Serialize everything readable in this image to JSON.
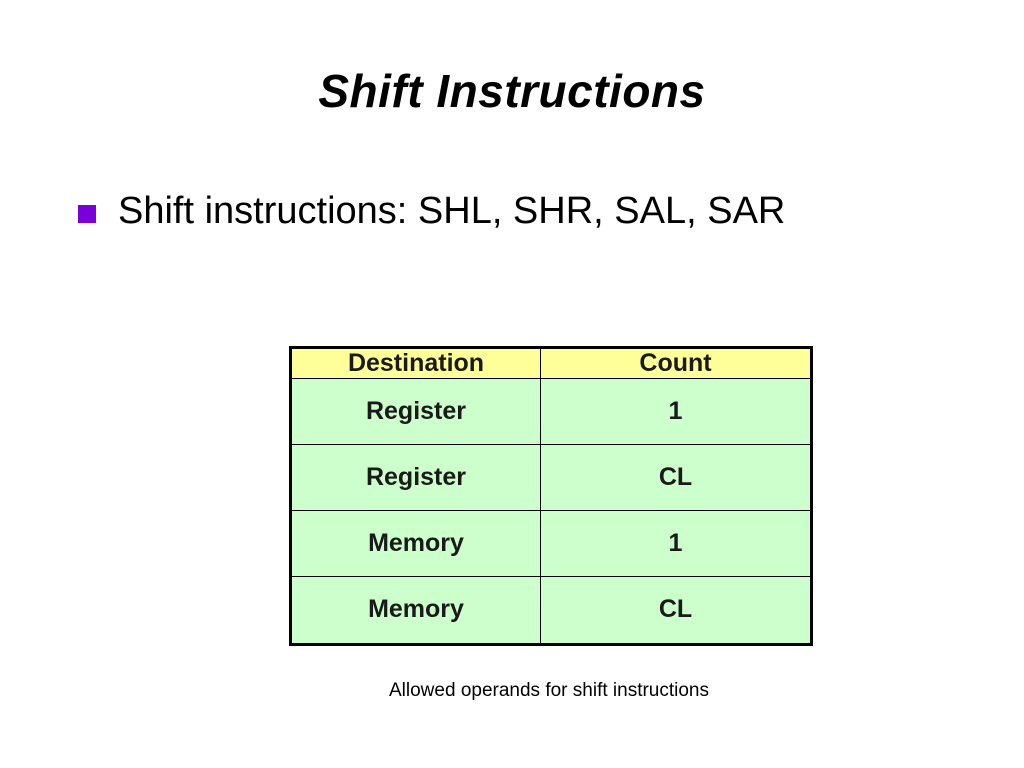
{
  "slide": {
    "title": "Shift Instructions",
    "bullet": "Shift instructions: SHL, SHR, SAL, SAR",
    "bullet_color": "#7a00d9",
    "table": {
      "headers": [
        "Destination",
        "Count"
      ],
      "header_bg": "#ffff99",
      "row_bg": "#ccffcc",
      "rows": [
        [
          "Register",
          "1"
        ],
        [
          "Register",
          "CL"
        ],
        [
          "Memory",
          "1"
        ],
        [
          "Memory",
          "CL"
        ]
      ]
    },
    "caption": "Allowed operands for shift instructions"
  }
}
